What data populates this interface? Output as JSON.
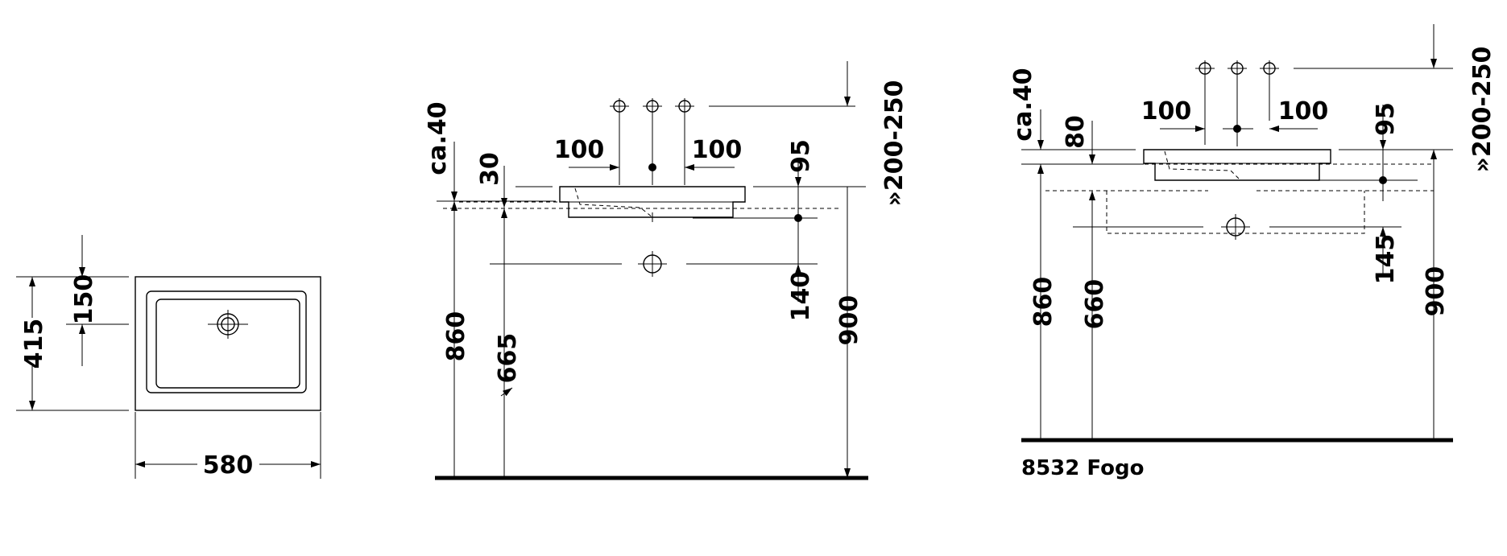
{
  "plan_view": {
    "width": "580",
    "depth": "415",
    "drain_offset": "150"
  },
  "front_view": {
    "rim_margin": "ca.40",
    "rim_height": "30",
    "tap_spacing_left": "100",
    "tap_spacing_right": "100",
    "overflow_offset": "95",
    "tap_height": "»200-250",
    "floor_to_top": "860",
    "floor_to_waste": "665",
    "overflow_drop": "140",
    "floor_to_tap": "900"
  },
  "side_view": {
    "rim_margin": "ca.40",
    "rim_height": "80",
    "tap_spacing_left": "100",
    "tap_spacing_right": "100",
    "overflow_offset": "95",
    "tap_height": "»200-250",
    "floor_to_top": "860",
    "floor_to_waste": "660",
    "waste_drop": "145",
    "floor_to_tap": "900",
    "model_label": "8532 Fogo"
  }
}
